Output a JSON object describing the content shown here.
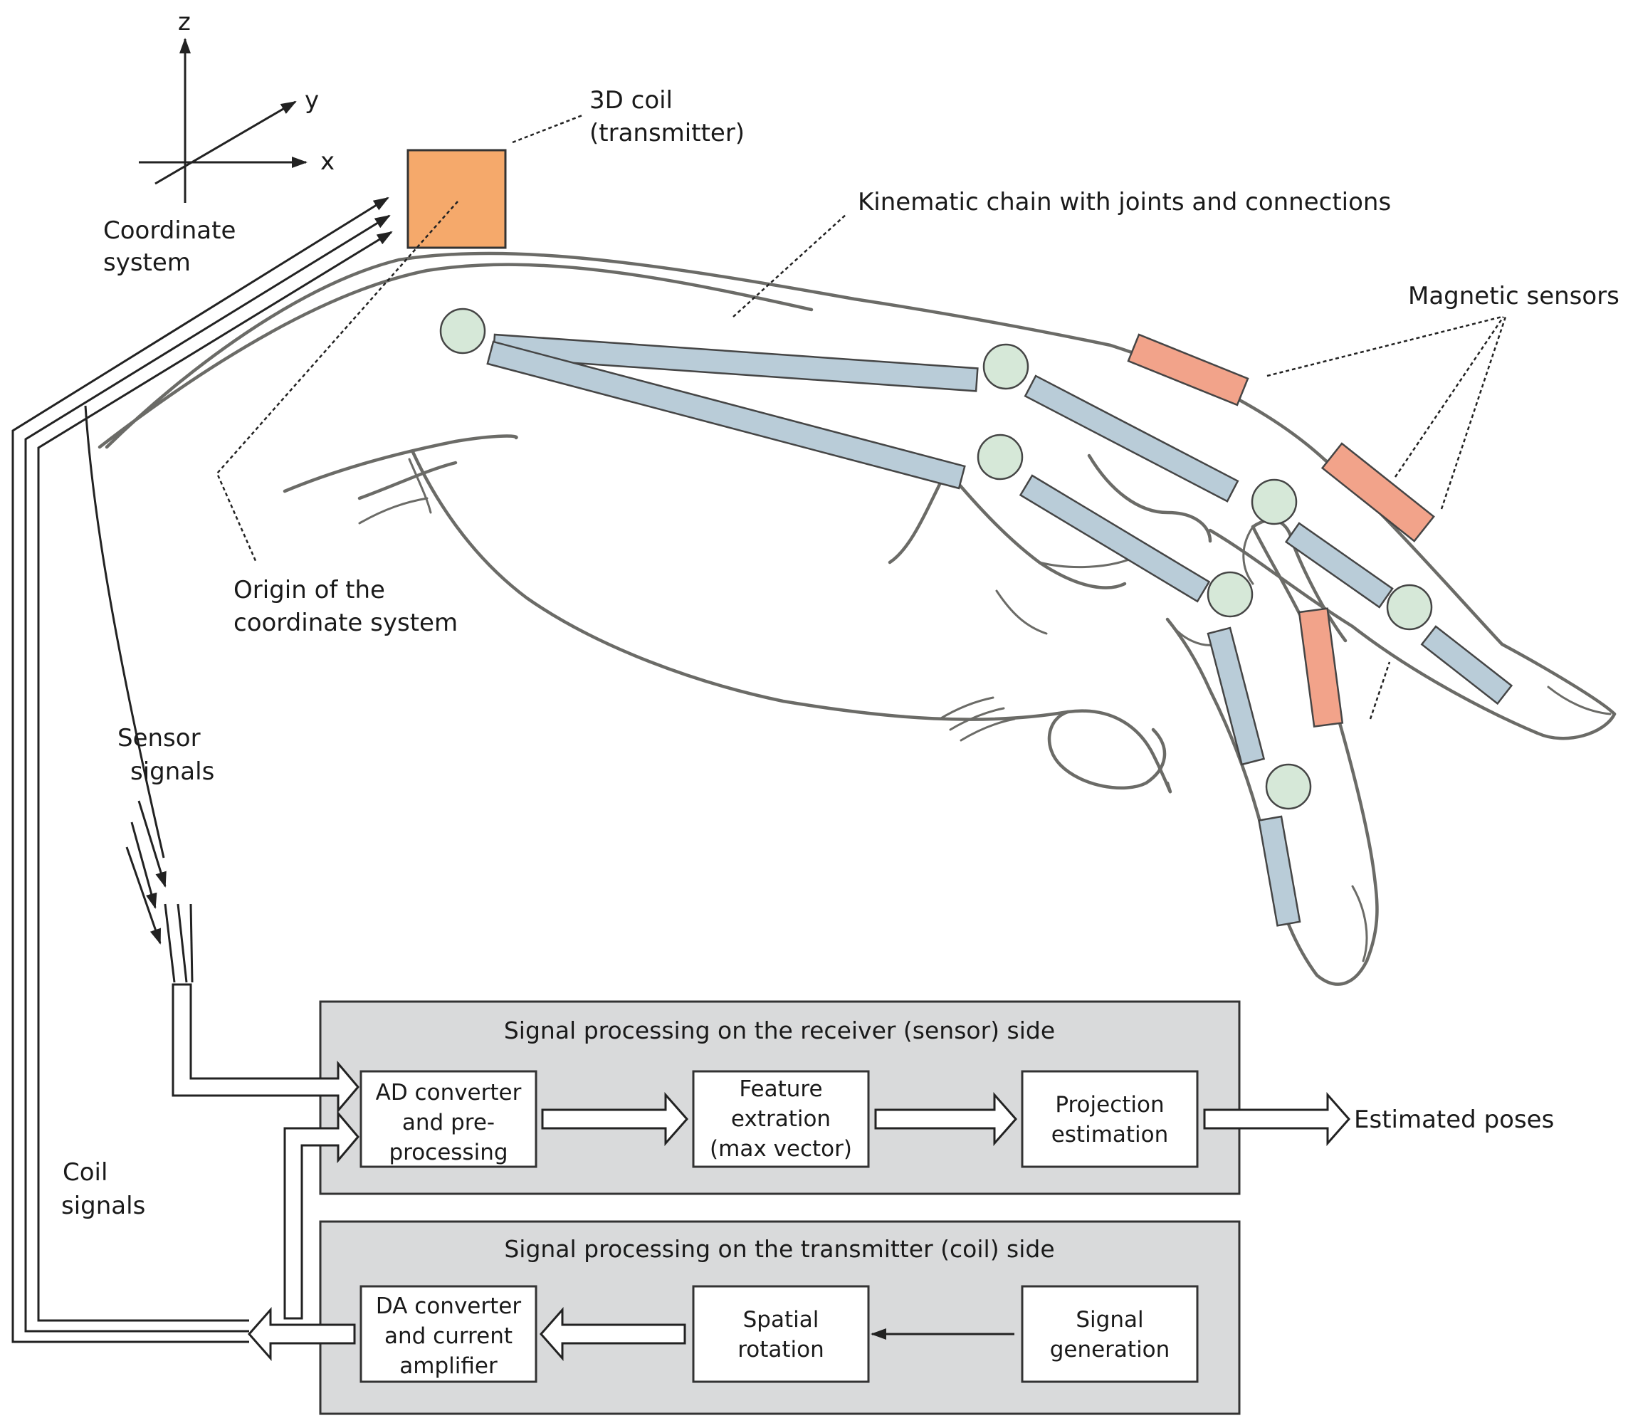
{
  "axes": {
    "z": "z",
    "y": "y",
    "x": "x"
  },
  "labels": {
    "coordinate_system_line1": "Coordinate",
    "coordinate_system_line2": "system",
    "coil_line1": "3D coil",
    "coil_line2": "(transmitter)",
    "kinematic_chain": "Kinematic chain with joints and connections",
    "magnetic_sensors": "Magnetic sensors",
    "origin_line1": "Origin of the",
    "origin_line2": "coordinate system",
    "sensor_signals_line1": "Sensor",
    "sensor_signals_line2": "signals",
    "coil_signals_line1": "Coil",
    "coil_signals_line2": "signals",
    "estimated_poses": "Estimated poses"
  },
  "receiver_panel": {
    "title": "Signal processing on the receiver (sensor) side",
    "ad_converter": [
      "AD converter",
      "and pre-",
      "processing"
    ],
    "feature_extraction": [
      "Feature",
      "extration",
      "(max vector)"
    ],
    "projection_estimation": [
      "Projection",
      "estimation"
    ]
  },
  "transmitter_panel": {
    "title": "Signal processing on the transmitter (coil) side",
    "da_converter": [
      "DA converter",
      "and current",
      "amplifier"
    ],
    "spatial_rotation": [
      "Spatial",
      "rotation"
    ],
    "signal_generation": [
      "Signal",
      "generation"
    ]
  },
  "colors": {
    "coil": "#f5a96b",
    "sensor": "#f2a38a",
    "bone": "#b9ccd8",
    "joint": "#d6e8d8",
    "panel": "#d9dadb",
    "hand_outline": "#6b6b67"
  }
}
